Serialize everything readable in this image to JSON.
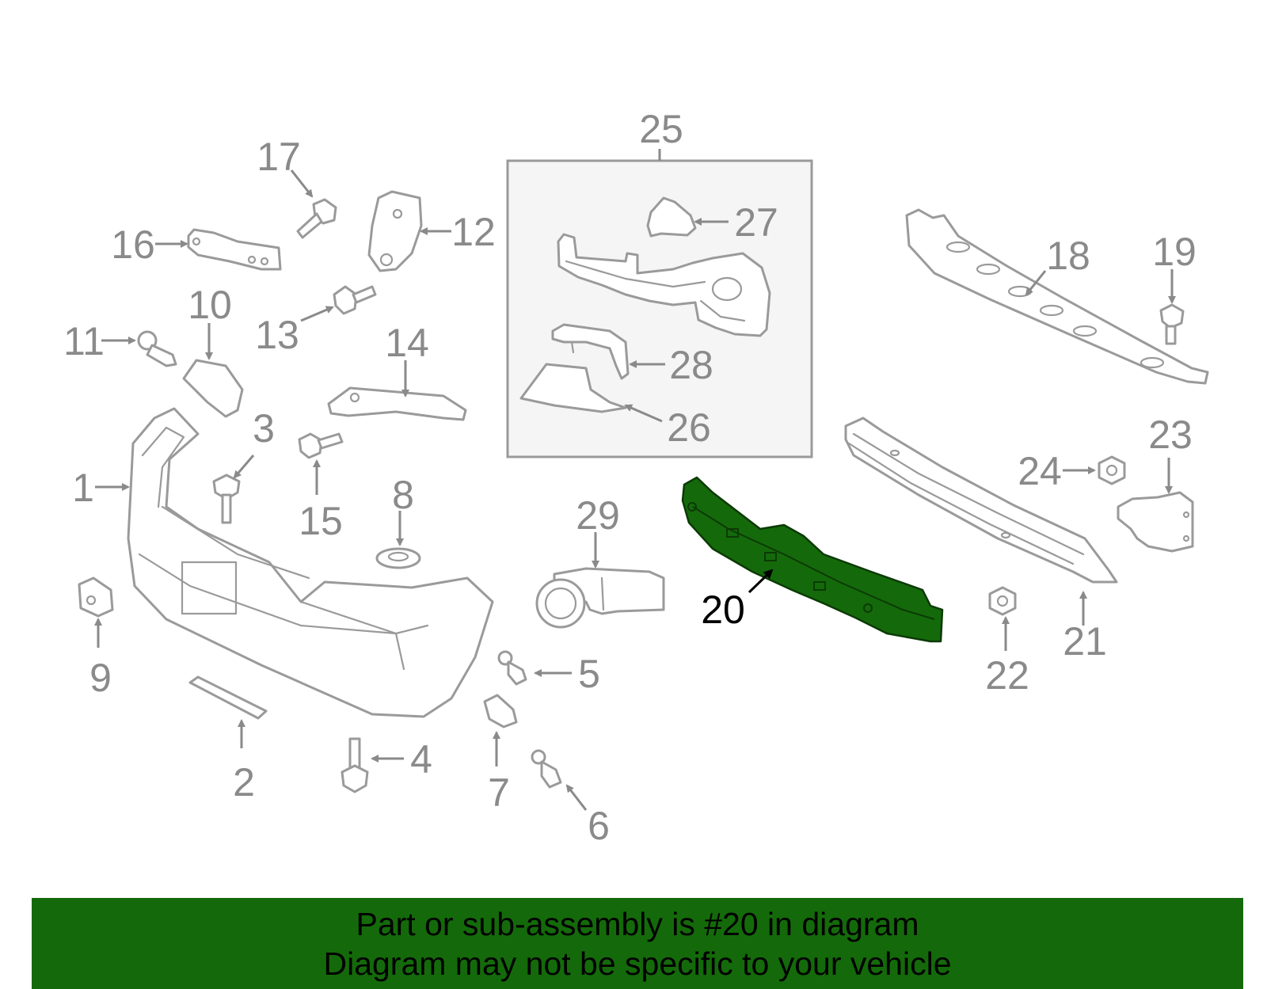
{
  "callouts": {
    "c1": "1",
    "c2": "2",
    "c3": "3",
    "c4": "4",
    "c5": "5",
    "c6": "6",
    "c7": "7",
    "c8": "8",
    "c9": "9",
    "c10": "10",
    "c11": "11",
    "c12": "12",
    "c13": "13",
    "c14": "14",
    "c15": "15",
    "c16": "16",
    "c17": "17",
    "c18": "18",
    "c19": "19",
    "c20": "20",
    "c21": "21",
    "c22": "22",
    "c23": "23",
    "c24": "24",
    "c25": "25",
    "c26": "26",
    "c27": "27",
    "c28": "28",
    "c29": "29"
  },
  "highlight": {
    "part_number": "20",
    "color": "#146a0a"
  },
  "banner": {
    "line1": "Part or sub-assembly is #20 in diagram",
    "line2": "Diagram may not be specific to your vehicle",
    "color": "#146a0a"
  }
}
